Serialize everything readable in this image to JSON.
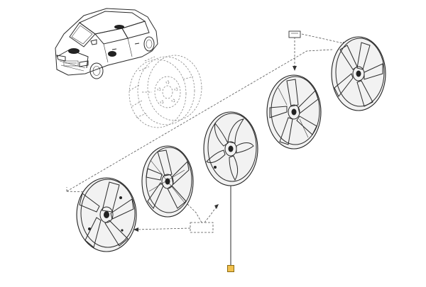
{
  "diagram": {
    "callout_label": "",
    "colors": {
      "line": "#2a2a2a",
      "callout_fill": "#f2c14e",
      "background": "#ffffff"
    },
    "icons": [
      "car-illustration",
      "steel-wheel",
      "wheel-cover",
      "label-tag"
    ]
  }
}
